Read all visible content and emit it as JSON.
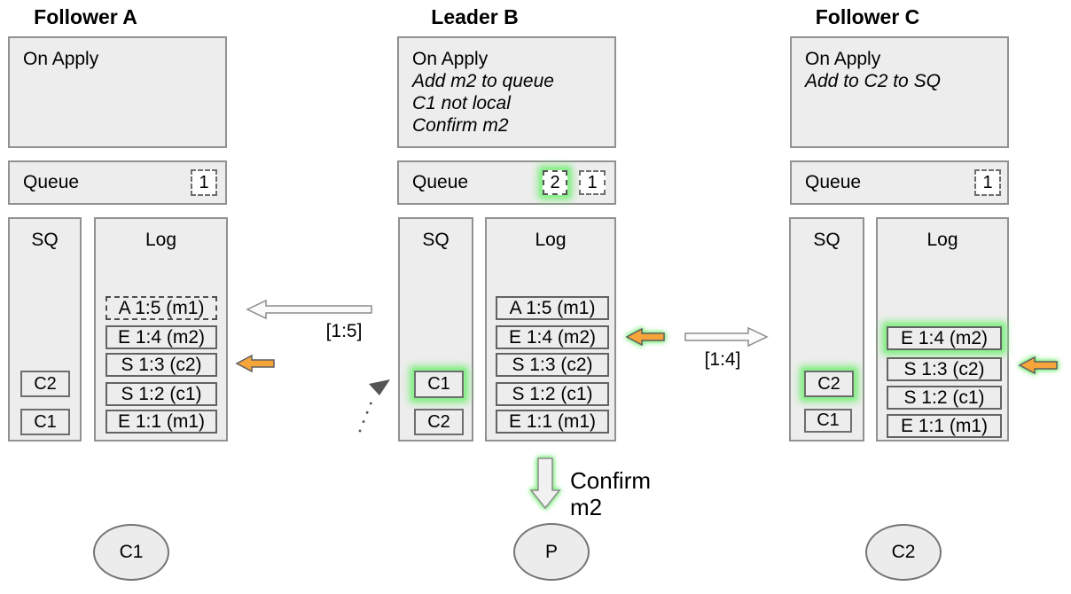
{
  "colors": {
    "highlight_green": "#7bed7b",
    "arrow_orange": "#f6a53b",
    "panel_fill": "#ededed",
    "panel_border": "#919191",
    "entry_border": "#636363"
  },
  "nodes": [
    {
      "title": "Follower A",
      "on_apply": {
        "heading": "On Apply",
        "notes": []
      },
      "queue": {
        "label": "Queue",
        "items": [
          {
            "value": "1",
            "highlighted": false
          }
        ]
      },
      "sq": {
        "label": "SQ",
        "items": [
          {
            "value": "C2",
            "highlighted": false
          },
          {
            "value": "C1",
            "highlighted": false
          }
        ]
      },
      "log": {
        "label": "Log",
        "entries": [
          {
            "text": "A 1:5 (m1)",
            "dashed": true,
            "highlighted": false
          },
          {
            "text": "E 1:4 (m2)",
            "dashed": false,
            "highlighted": false
          },
          {
            "text": "S 1:3 (c2)",
            "dashed": false,
            "highlighted": false
          },
          {
            "text": "S 1:2 (c1)",
            "dashed": false,
            "highlighted": false
          },
          {
            "text": "E 1:1 (m1)",
            "dashed": false,
            "highlighted": false
          }
        ]
      }
    },
    {
      "title": "Leader B",
      "on_apply": {
        "heading": "On Apply",
        "notes": [
          "Add m2 to queue",
          "C1 not local",
          "Confirm m2"
        ]
      },
      "queue": {
        "label": "Queue",
        "items": [
          {
            "value": "2",
            "highlighted": true
          },
          {
            "value": "1",
            "highlighted": false
          }
        ]
      },
      "sq": {
        "label": "SQ",
        "items": [
          {
            "value": "C1",
            "highlighted": true
          },
          {
            "value": "C2",
            "highlighted": false
          }
        ]
      },
      "log": {
        "label": "Log",
        "entries": [
          {
            "text": "A 1:5 (m1)",
            "dashed": false,
            "highlighted": false
          },
          {
            "text": "E 1:4 (m2)",
            "dashed": false,
            "highlighted": false
          },
          {
            "text": "S 1:3 (c2)",
            "dashed": false,
            "highlighted": false
          },
          {
            "text": "S 1:2 (c1)",
            "dashed": false,
            "highlighted": false
          },
          {
            "text": "E 1:1 (m1)",
            "dashed": false,
            "highlighted": false
          }
        ]
      }
    },
    {
      "title": "Follower C",
      "on_apply": {
        "heading": "On Apply",
        "notes": [
          "Add to C2 to SQ"
        ]
      },
      "queue": {
        "label": "Queue",
        "items": [
          {
            "value": "1",
            "highlighted": false
          }
        ]
      },
      "sq": {
        "label": "SQ",
        "items": [
          {
            "value": "C2",
            "highlighted": true
          },
          {
            "value": "C1",
            "highlighted": false
          }
        ]
      },
      "log": {
        "label": "Log",
        "entries": [
          {
            "text": "E 1:4 (m2)",
            "dashed": false,
            "highlighted": true
          },
          {
            "text": "S 1:3 (c2)",
            "dashed": false,
            "highlighted": false
          },
          {
            "text": "S 1:2 (c1)",
            "dashed": false,
            "highlighted": false
          },
          {
            "text": "E 1:1 (m1)",
            "dashed": false,
            "highlighted": false
          }
        ]
      }
    }
  ],
  "messages": {
    "replicate_to_a": {
      "label": "[1:5]",
      "direction": "left"
    },
    "replicate_to_c": {
      "label": "[1:4]",
      "direction": "right"
    },
    "confirm": {
      "line1": "Confirm",
      "line2": "m2"
    }
  },
  "clients": [
    {
      "label": "C1"
    },
    {
      "label": "P"
    },
    {
      "label": "C2"
    }
  ]
}
